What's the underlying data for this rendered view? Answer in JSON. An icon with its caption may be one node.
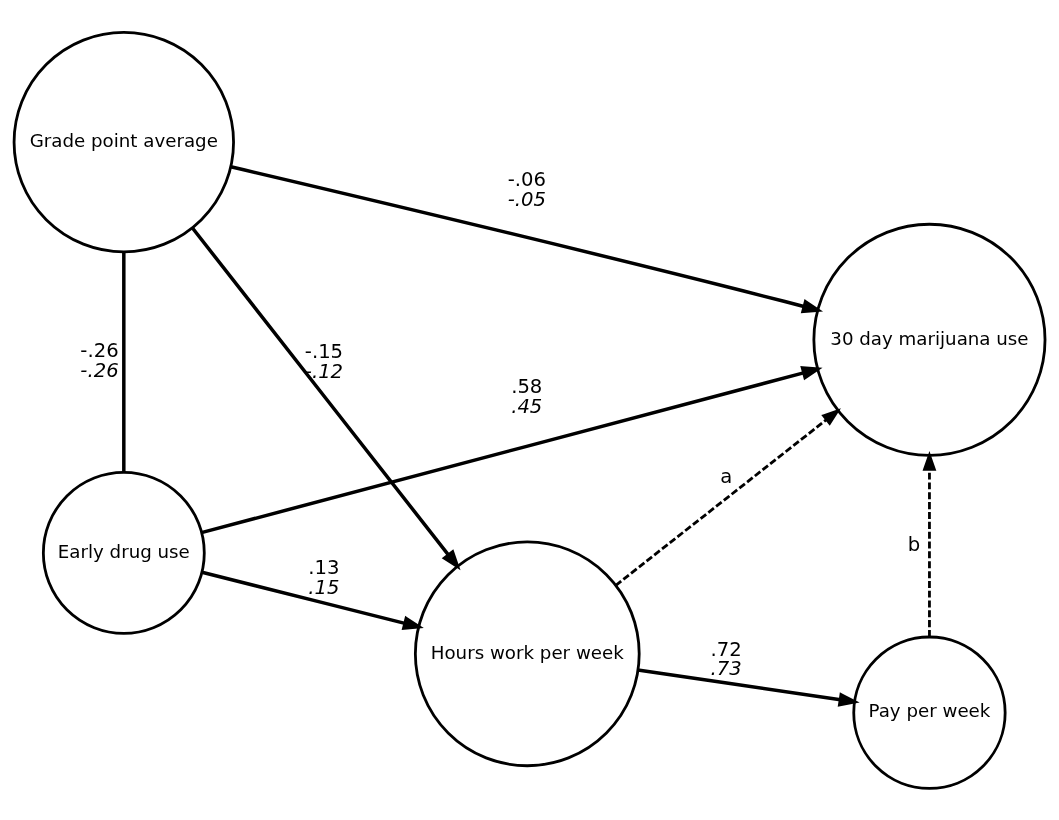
{
  "diagram": {
    "nodes": [
      {
        "text": [
          "Early drug use"
        ]
      },
      {
        "text": [
          "30 day marijuana use"
        ]
      },
      {
        "text": [
          "Grade point average"
        ]
      },
      {
        "text": [
          "Hours work per week"
        ]
      },
      {
        "text": [
          "Pay per week"
        ]
      }
    ],
    "edges": [
      {
        "from": 0,
        "to": 1,
        "arrow": "to",
        "label": ".58 .45"
      },
      {
        "from": 0,
        "to": 3,
        "arrow": "to",
        "label": ".13 .15"
      },
      {
        "from": 2,
        "to": 0,
        "arrow": "none",
        "label": "-.26 -.26"
      },
      {
        "from": 2,
        "to": 1,
        "arrow": "to",
        "label": "-.06 -.05"
      },
      {
        "from": 2,
        "to": 3,
        "arrow": "to",
        "label": "-.15 -.12"
      },
      {
        "from": 3,
        "to": 1,
        "arrow": "to",
        "label": "a",
        "style": "dashed"
      },
      {
        "from": 3,
        "to": 4,
        "arrow": "to",
        "label": ".72 .73"
      },
      {
        "from": 4,
        "to": 1,
        "arrow": "to",
        "label": "b",
        "style": "dashed"
      }
    ]
  }
}
